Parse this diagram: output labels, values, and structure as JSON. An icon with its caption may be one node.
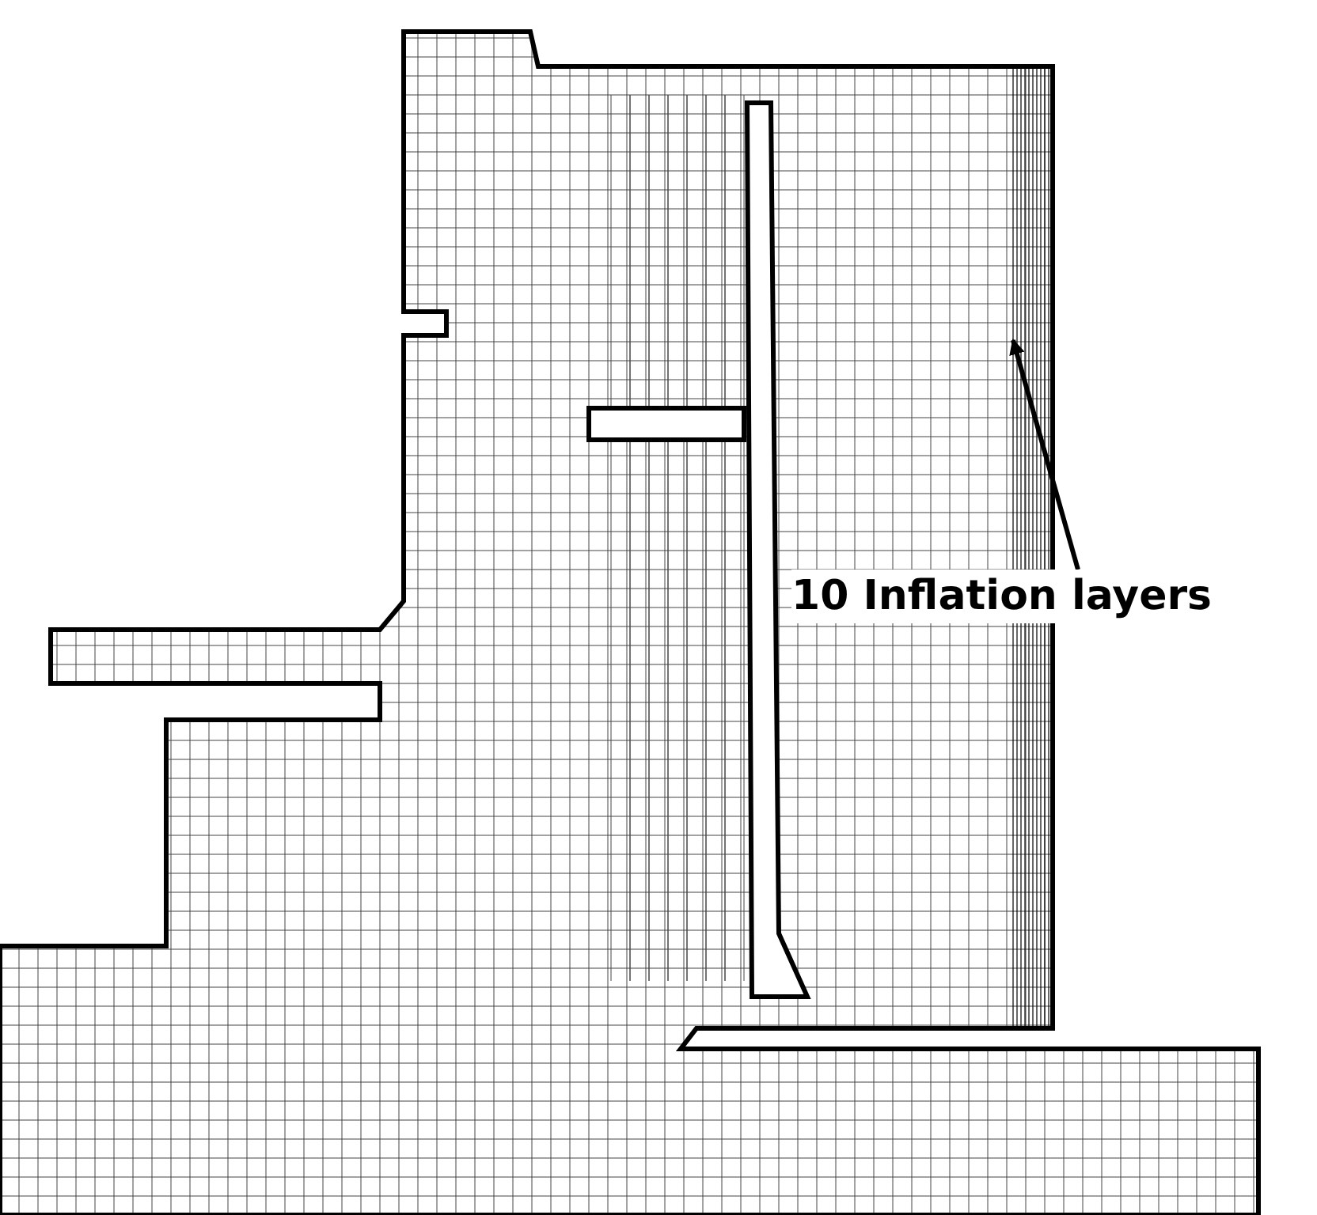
{
  "diagram": {
    "nodes": [
      {
        "text": [
          "10 Inflation layers"
        ]
      },
      {
        "text": [],
        "shape": "picture"
      }
    ],
    "edges": [
      {
        "from": 0,
        "to": 1,
        "arrow": "to"
      }
    ]
  }
}
